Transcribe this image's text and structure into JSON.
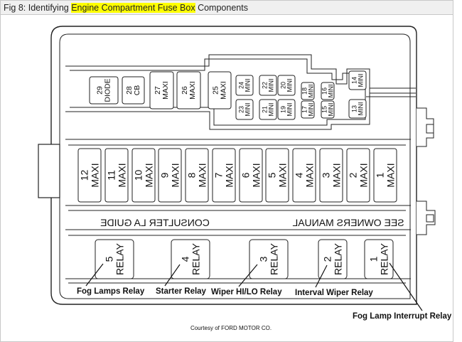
{
  "figure": {
    "caption_prefix": "Fig 8: Identifying ",
    "caption_highlight": "Engine Compartment Fuse Box",
    "caption_suffix": " Components",
    "credit": "Courtesy of FORD MOTOR CO."
  },
  "notices": {
    "owners_manual": "SEE OWNERS MANUAL",
    "guide_fr": "CONSULTER LA GUIDE"
  },
  "fuses_upper": [
    {
      "num": "29",
      "type": "DIODE"
    },
    {
      "num": "28",
      "type": "CB"
    },
    {
      "num": "27",
      "type": "MAXI"
    },
    {
      "num": "26",
      "type": "MAXI"
    },
    {
      "num": "25",
      "type": "MAXI"
    },
    {
      "num": "24",
      "type": "MINI"
    },
    {
      "num": "23",
      "type": "MINI"
    },
    {
      "num": "22",
      "type": "MINI"
    },
    {
      "num": "21",
      "type": "MINI"
    },
    {
      "num": "20",
      "type": "MINI"
    },
    {
      "num": "19",
      "type": "MINI"
    },
    {
      "num": "18",
      "type": "MINI"
    },
    {
      "num": "17",
      "type": "MINI"
    },
    {
      "num": "16",
      "type": "MINI"
    },
    {
      "num": "15",
      "type": "MINI"
    },
    {
      "num": "14",
      "type": "MINI"
    },
    {
      "num": "13",
      "type": "MINI"
    }
  ],
  "fuses_maxi": [
    {
      "num": "12",
      "type": "MAXI"
    },
    {
      "num": "11",
      "type": "MAXI"
    },
    {
      "num": "10",
      "type": "MAXI"
    },
    {
      "num": "9",
      "type": "MAXI"
    },
    {
      "num": "8",
      "type": "MAXI"
    },
    {
      "num": "7",
      "type": "MAXI"
    },
    {
      "num": "6",
      "type": "MAXI"
    },
    {
      "num": "5",
      "type": "MAXI"
    },
    {
      "num": "4",
      "type": "MAXI"
    },
    {
      "num": "3",
      "type": "MAXI"
    },
    {
      "num": "2",
      "type": "MAXI"
    },
    {
      "num": "1",
      "type": "MAXI"
    }
  ],
  "relays": [
    {
      "num": "5",
      "type": "RELAY",
      "label": "Fog Lamps Relay"
    },
    {
      "num": "4",
      "type": "RELAY",
      "label": "Starter Relay"
    },
    {
      "num": "3",
      "type": "RELAY",
      "label": "Wiper HI/LO Relay"
    },
    {
      "num": "2",
      "type": "RELAY",
      "label": "Interval Wiper Relay"
    },
    {
      "num": "1",
      "type": "RELAY",
      "label": "Fog Lamp Interrupt Relay"
    }
  ]
}
